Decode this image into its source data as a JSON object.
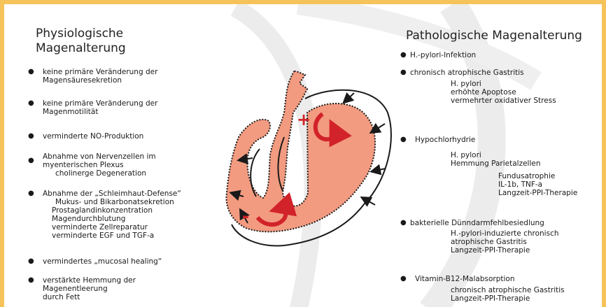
{
  "colors": {
    "frame": "#f6c35a",
    "stomach_fill": "#f29b80",
    "arrow_red": "#d2232a",
    "watermark": "#ececec"
  },
  "left": {
    "title_line1": "Physiologische",
    "title_line2": "Magenalterung",
    "items": [
      {
        "lines": [
          "keine primäre Veränderung der",
          "Magensäuresekretion"
        ]
      },
      {
        "lines": [
          "keine primäre Veränderung der",
          "Magenmotilität"
        ]
      },
      {
        "lines": [
          "verminderte NO-Produktion"
        ]
      },
      {
        "lines": [
          "Abnahme von Nervenzellen im",
          "myenterischen Plexus",
          "cholinerge Degeneration"
        ]
      },
      {
        "lines": [
          "Abnahme der „Schleimhaut-Defense“",
          "Mukus- und Bikarbonatsekretion",
          "Prostaglandinkonzentration",
          "Magendurchblutung",
          "verminderte Zellreparatur",
          "verminderte EGF und TGF-a"
        ]
      },
      {
        "lines": [
          "vermindertes „mucosal healing“"
        ]
      },
      {
        "lines": [
          "verstärkte Hemmung der",
          "Magenentleerung",
          "durch Fett"
        ]
      }
    ]
  },
  "right": {
    "title": "Pathologische Magenalterung",
    "items": [
      {
        "head": "H.-pylori-Infektion",
        "subs": []
      },
      {
        "head": "chronisch atrophische Gastritis",
        "subs": [
          "H. pylori",
          "erhöhte Apoptose",
          "vermehrter oxidativer Stress"
        ]
      },
      {
        "head": "Hypochlorhydrie",
        "subs": [
          "H. pylori",
          "Hemmung Parietalzellen",
          "Fundusatrophie",
          "IL-1b, TNF-a",
          "Langzeit-PPI-Therapie"
        ]
      },
      {
        "head": "bakterielle Dünndarmfehlbesiedlung",
        "subs": [
          "H.-pylori-induzierte chronisch",
          "atrophische Gastritis",
          "Langzeit-PPI-Therapie"
        ]
      },
      {
        "head": "Vitamin-B12-Malabsorption",
        "subs": [
          "chronisch atrophische Gastritis",
          "Langzeit-PPI-Therapie"
        ]
      }
    ]
  },
  "diagram": {
    "plus": "+",
    "minus": "-"
  }
}
